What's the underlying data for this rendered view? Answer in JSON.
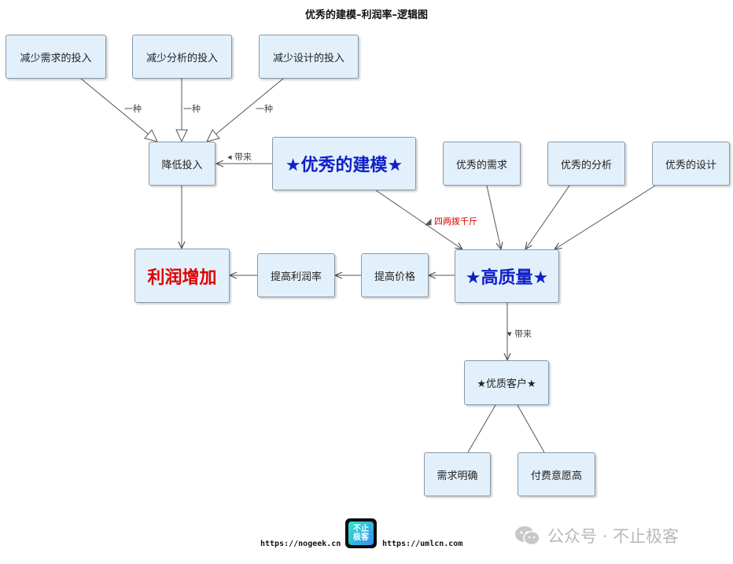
{
  "title": "优秀的建模–利润率–逻辑图",
  "nodes": {
    "reduce_req": "减少需求的投入",
    "reduce_analysis": "减少分析的投入",
    "reduce_design": "减少设计的投入",
    "lower_input": "降低投入",
    "good_modeling": "★优秀的建模★",
    "good_req": "优秀的需求",
    "good_analysis": "优秀的分析",
    "good_design": "优秀的设计",
    "profit_up": "利润增加",
    "raise_margin": "提高利润率",
    "raise_price": "提高价格",
    "high_quality": "★高质量★",
    "quality_customer": "★优质客户★",
    "clear_req": "需求明确",
    "high_willing": "付费意愿高"
  },
  "edge_labels": {
    "kind1": "一种",
    "kind2": "一种",
    "kind3": "一种",
    "brings1": "◂ 带来",
    "leverage": "四两拨千斤",
    "brings2": "▾ 带来"
  },
  "footer": {
    "left_url": "https://nogeek.cn",
    "right_url": "https://umlcn.com",
    "logo_line1": "不止",
    "logo_line2": "极客",
    "wechat_label": "公众号 · 不止极客"
  }
}
